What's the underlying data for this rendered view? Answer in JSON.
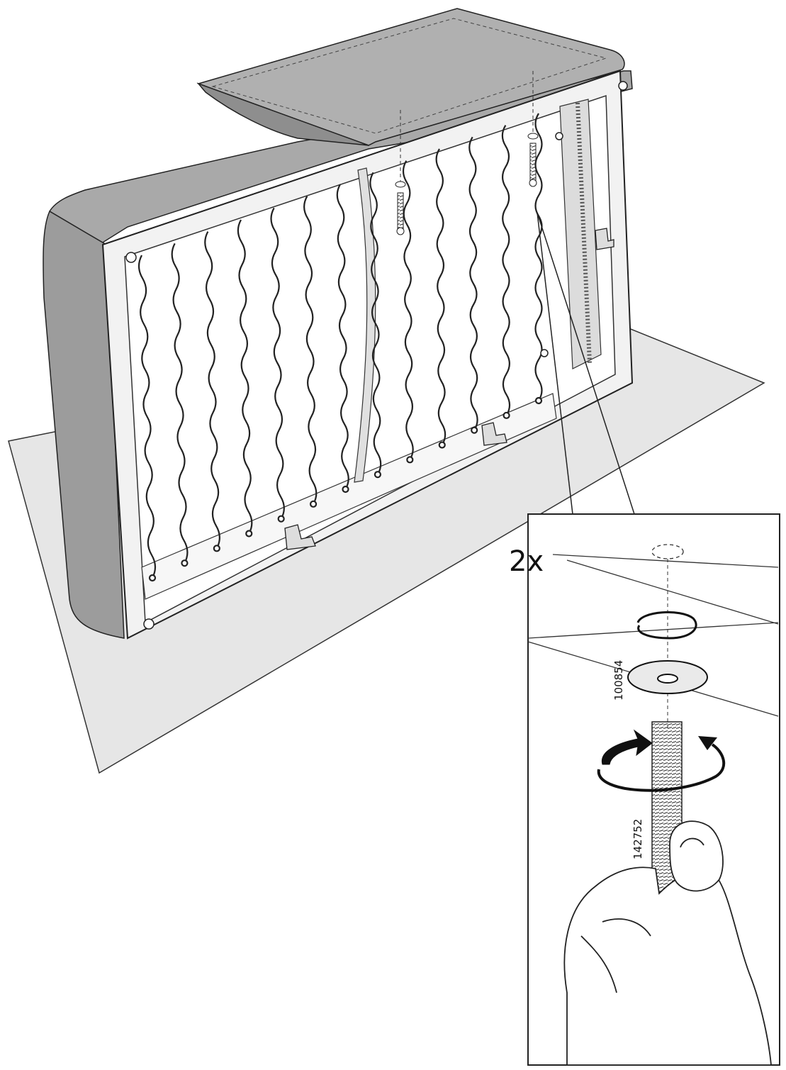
{
  "step": {
    "quantity_label": "2x",
    "parts": [
      {
        "id": "washer",
        "number": "100854"
      },
      {
        "id": "bolt",
        "number": "142752"
      }
    ]
  }
}
